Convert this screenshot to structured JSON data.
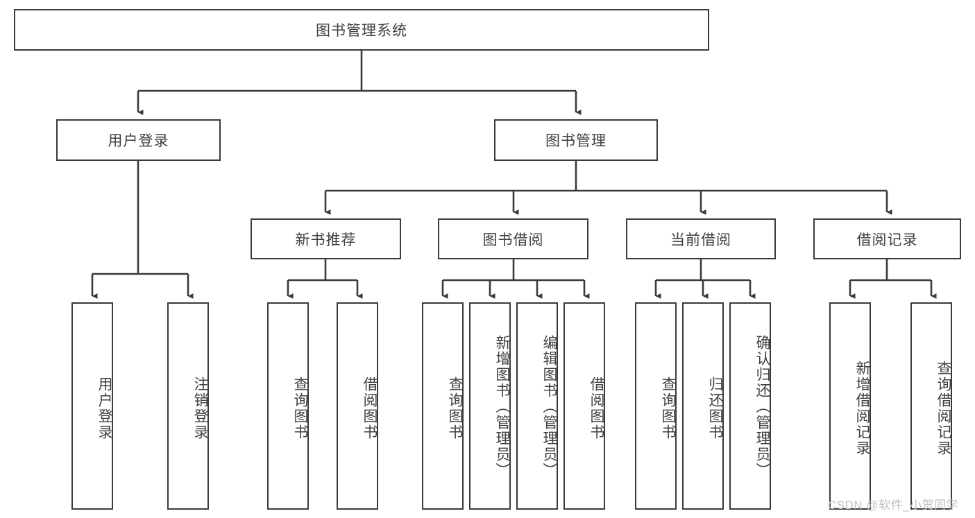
{
  "diagram": {
    "title": "图书管理系统",
    "type": "hierarchical-tree",
    "watermark": "CSDN @软件_小贺同学",
    "colors": {
      "background": "#ffffff",
      "box_border": "#3a3a3a",
      "box_fill": "#ffffff",
      "connector": "#3a3a3a",
      "text": "#3f3f3f",
      "watermark": "#c2c2c2"
    },
    "levels": {
      "root": {
        "label": "图书管理系统"
      },
      "level2": [
        {
          "label": "用户登录"
        },
        {
          "label": "图书管理"
        }
      ],
      "level3": [
        {
          "label": "新书推荐"
        },
        {
          "label": "图书借阅"
        },
        {
          "label": "当前借阅"
        },
        {
          "label": "借阅记录"
        }
      ],
      "leaves": {
        "user_login": [
          {
            "label": "用户登录"
          },
          {
            "label": "注销登录"
          }
        ],
        "new_book_recommend": [
          {
            "label": "查询图书"
          },
          {
            "label": "借阅图书"
          }
        ],
        "book_borrow": [
          {
            "label": "查询图书"
          },
          {
            "label": "新增图书（管理员）"
          },
          {
            "label": "编辑图书（管理员）"
          },
          {
            "label": "借阅图书"
          }
        ],
        "current_borrow": [
          {
            "label": "查询图书"
          },
          {
            "label": "归还图书"
          },
          {
            "label": "确认归还（管理员）"
          }
        ],
        "borrow_record": [
          {
            "label": "新增借阅记录"
          },
          {
            "label": "查询借阅记录"
          }
        ]
      }
    }
  }
}
